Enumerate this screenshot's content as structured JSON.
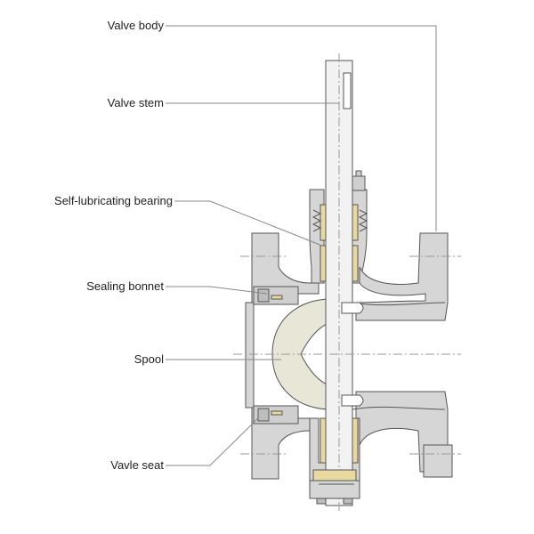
{
  "labels": {
    "valve_body": "Valve body",
    "valve_stem": "Valve stem",
    "bearing": "Self-lubricating bearing",
    "sealing_bonnet": "Sealing bonnet",
    "spool": "Spool",
    "valve_seat": "Vavle seat"
  },
  "colors": {
    "body_fill": "#d6d6d6",
    "spool_fill": "#e8e6d6",
    "outline": "#555555",
    "leader": "#888888",
    "center_line": "#9a9a9a",
    "bearing_fill": "#e8d9a0"
  }
}
